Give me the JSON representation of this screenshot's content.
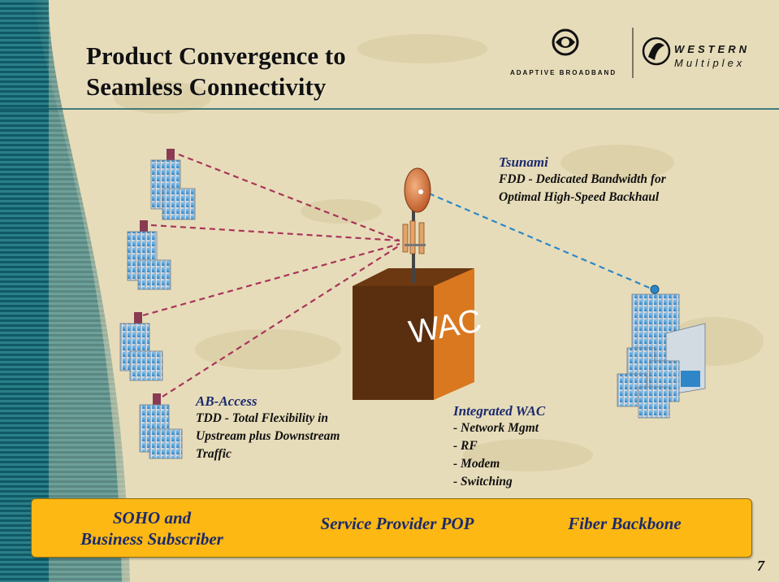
{
  "slide": {
    "title_line1": "Product Convergence to",
    "title_line2": "Seamless Connectivity",
    "page_number": "7"
  },
  "logos": {
    "left_text": "ADAPTIVE BROADBAND",
    "right_top": "WESTERN",
    "right_bottom": "Multiplex"
  },
  "tower": {
    "box_label": "WAC"
  },
  "tsunami": {
    "head": "Tsunami",
    "line1": "FDD - Dedicated Bandwidth for",
    "line2": "Optimal High-Speed Backhaul"
  },
  "ab_access": {
    "head": "AB-Access",
    "line1": "TDD - Total Flexibility in",
    "line2": "Upstream plus Downstream",
    "line3": "Traffic"
  },
  "integrated_wac": {
    "head": "Integrated WAC",
    "items": [
      "-  Network Mgmt",
      "-  RF",
      "-  Modem",
      "-  Switching"
    ]
  },
  "bottom_bar": {
    "soho_line1": "SOHO and",
    "soho_line2": "Business Subscriber",
    "pop": "Service Provider POP",
    "fiber": "Fiber Backbone"
  },
  "colors": {
    "background": "#e7dcb9",
    "left_band": "#0f5a66",
    "bar": "#fdb813",
    "box_front": "#d9781f",
    "box_side": "#5a2f0f",
    "link_red": "#a8355a",
    "link_blue": "#2a88c8",
    "label_blue": "#1a2a6e"
  }
}
